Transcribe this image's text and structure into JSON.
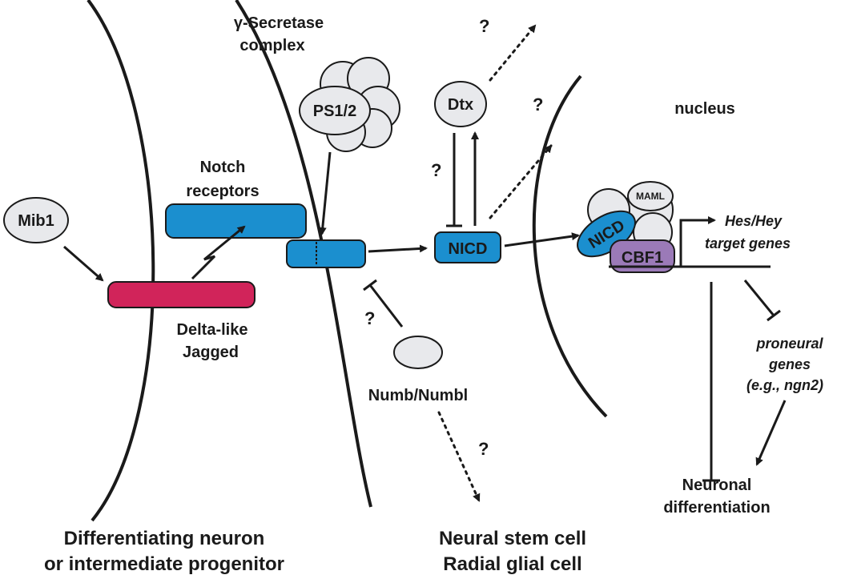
{
  "labels": {
    "gamma_secretase_line1": "γ-Secretase",
    "gamma_secretase_line2": "complex",
    "ps12": "PS1/2",
    "dtx": "Dtx",
    "nucleus": "nucleus",
    "mib1": "Mib1",
    "notch_line1": "Notch",
    "notch_line2": "receptors",
    "nicd": "NICD",
    "maml": "MAML",
    "nicd_complex": "NICD",
    "cbf1": "CBF1",
    "hes_line1": "Hes/Hey",
    "hes_line2": "target genes",
    "delta_line1": "Delta-like",
    "delta_line2": "Jagged",
    "numb": "Numb/Numbl",
    "proneural_line1": "proneural",
    "proneural_line2": "genes",
    "proneural_line3": "(e.g., ngn2)",
    "neuronal_line1": "Neuronal",
    "neuronal_line2": "differentiation",
    "left_cell_line1": "Differentiating neuron",
    "left_cell_line2": "or intermediate progenitor",
    "right_cell_line1": "Neural stem cell",
    "right_cell_line2": "Radial glial cell",
    "question": "?"
  },
  "colors": {
    "notch_blue": "#1b8fcf",
    "delta_red": "#d1245a",
    "cbf1_purple": "#9b7ab8",
    "complex_grey": "#e8e9ec"
  }
}
